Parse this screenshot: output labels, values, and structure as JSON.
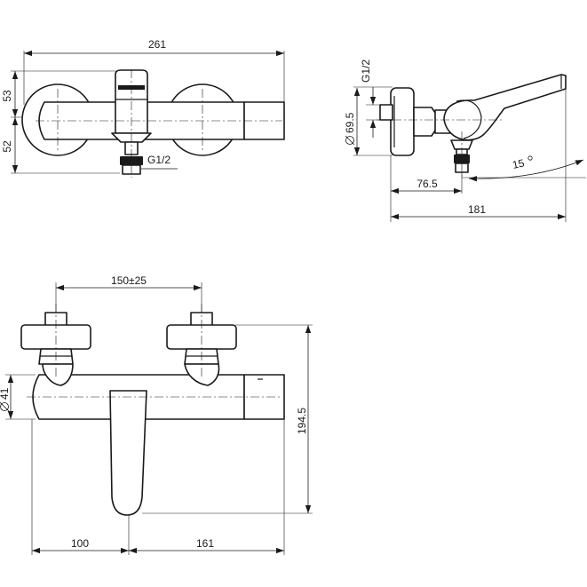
{
  "top_view": {
    "width_label": "261",
    "upper_height_label": "53",
    "lower_height_label": "52",
    "thread_label": "G1/2"
  },
  "side_view": {
    "thread_label": "G1/2",
    "diameter_label": "69.5",
    "angle_label": "15",
    "depth_label": "76.5",
    "total_label": "181"
  },
  "front_view": {
    "spacing_label": "150±25",
    "diameter_label": "41",
    "height_label": "194.5",
    "left_label": "100",
    "right_label": "161"
  },
  "colors": {
    "ink": "#1a1a1a",
    "paper": "#ffffff"
  }
}
